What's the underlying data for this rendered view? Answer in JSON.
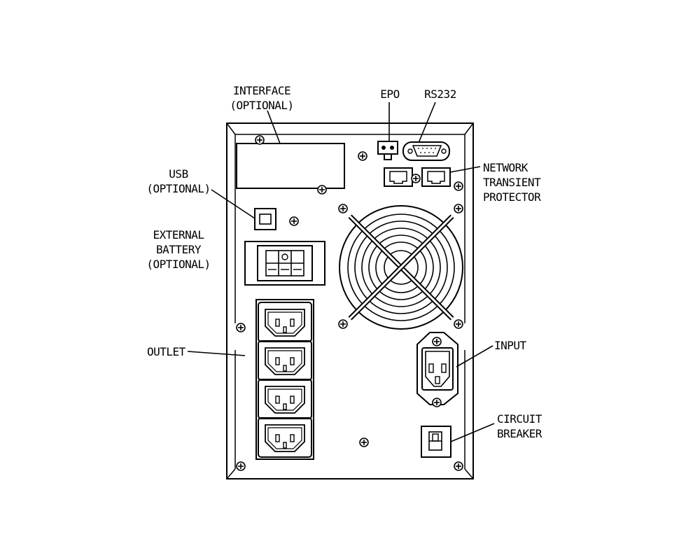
{
  "labels": {
    "interface": [
      "INTERFACE",
      "(OPTIONAL)"
    ],
    "epo": "EPO",
    "rs232": "RS232",
    "network": [
      "NETWORK",
      "TRANSIENT",
      "PROTECTOR"
    ],
    "usb": [
      "USB",
      "(OPTIONAL)"
    ],
    "external_battery": [
      "EXTERNAL",
      "BATTERY",
      "(OPTIONAL)"
    ],
    "outlet": "OUTLET",
    "input": "INPUT",
    "circuit_breaker": [
      "CIRCUIT",
      "BREAKER"
    ]
  },
  "colors": {
    "line": "#000000",
    "background": "#ffffff"
  }
}
